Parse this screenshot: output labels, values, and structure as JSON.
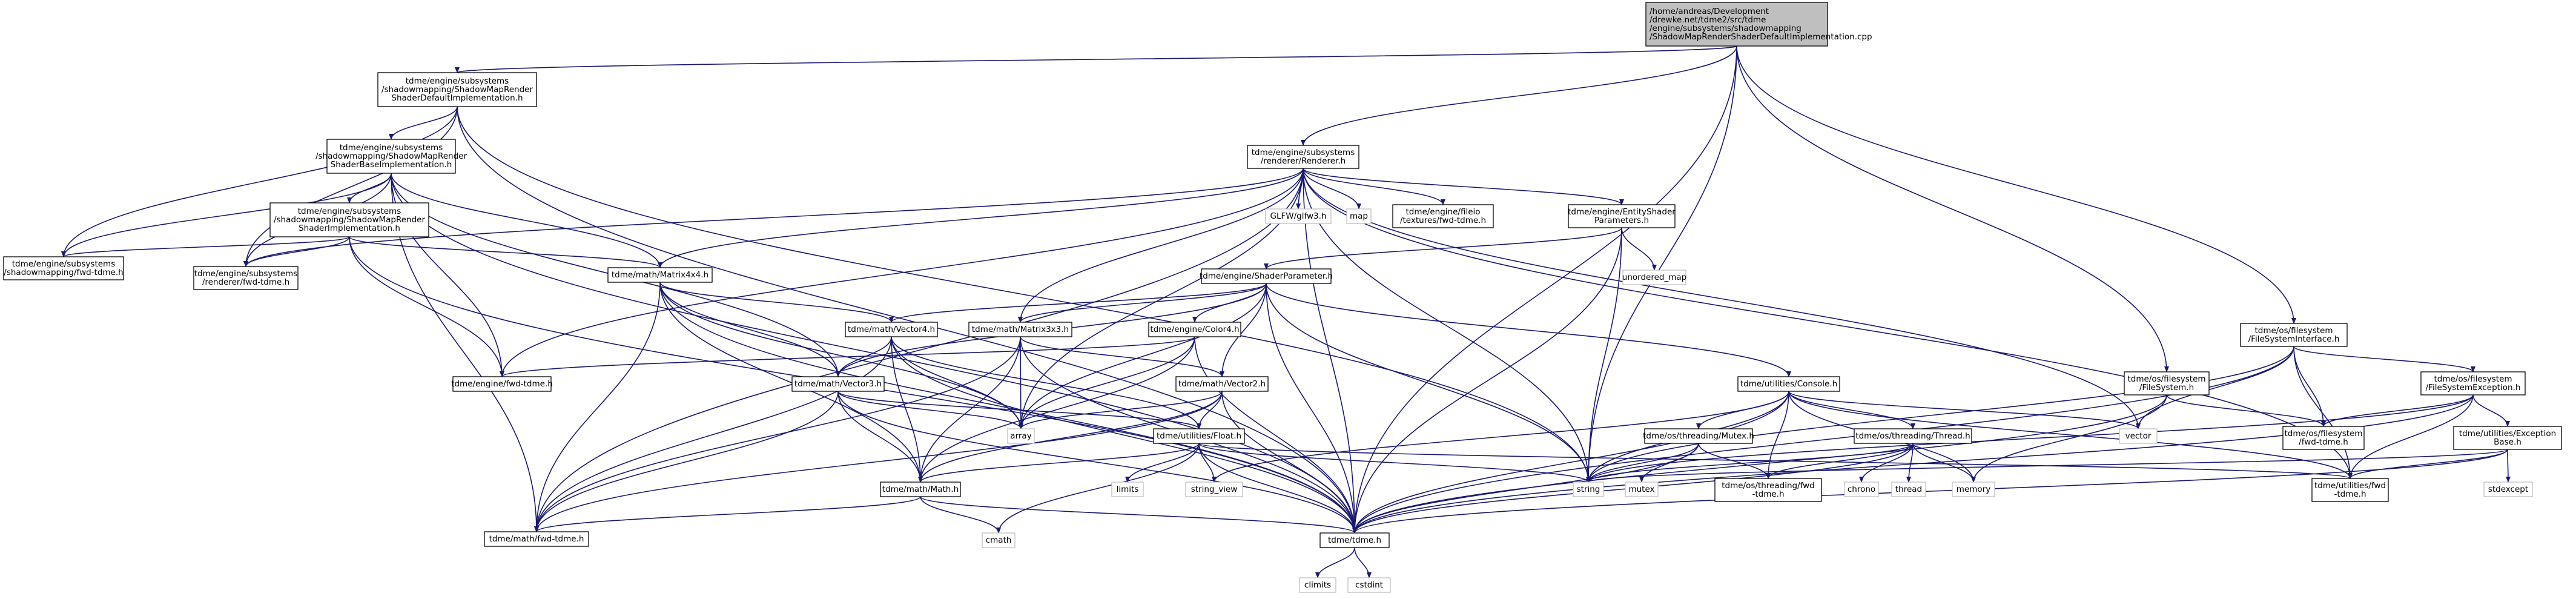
{
  "colors": {
    "edge": "#191970",
    "node_fill": "#ffffff",
    "node_border": "#000000",
    "root_fill": "#bfbfbf",
    "root_border": "#000000",
    "system_border": "#bfbfbf"
  },
  "nodes": [
    {
      "id": "root",
      "kind": "root",
      "lines": [
        "/home/andreas/Development",
        "/drewke.net/tdme2/src/tdme",
        "/engine/subsystems/shadowmapping",
        "/ShadowMapRenderShaderDefaultImplementation.cpp"
      ]
    },
    {
      "id": "smrsdi",
      "kind": "file",
      "lines": [
        "tdme/engine/subsystems",
        "/shadowmapping/ShadowMapRender",
        "ShaderDefaultImplementation.h"
      ]
    },
    {
      "id": "renderer",
      "kind": "file",
      "lines": [
        "tdme/engine/subsystems",
        "/renderer/Renderer.h"
      ]
    },
    {
      "id": "fsi",
      "kind": "file",
      "lines": [
        "tdme/os/filesystem",
        "/FileSystemInterface.h"
      ]
    },
    {
      "id": "smrsbi",
      "kind": "file",
      "lines": [
        "tdme/engine/subsystems",
        "/shadowmapping/ShadowMapRender",
        "ShaderBaseImplementation.h"
      ]
    },
    {
      "id": "smrsi",
      "kind": "file",
      "lines": [
        "tdme/engine/subsystems",
        "/shadowmapping/ShadowMapRender",
        "ShaderImplementation.h"
      ]
    },
    {
      "id": "smfwd",
      "kind": "file",
      "lines": [
        "tdme/engine/subsystems",
        "/shadowmapping/fwd-tdme.h"
      ]
    },
    {
      "id": "rendfwd",
      "kind": "file",
      "lines": [
        "tdme/engine/subsystems",
        "/renderer/fwd-tdme.h"
      ]
    },
    {
      "id": "mat44",
      "kind": "file",
      "lines": [
        "tdme/math/Matrix4x4.h"
      ]
    },
    {
      "id": "glfw",
      "kind": "system",
      "lines": [
        "GLFW/glfw3.h"
      ]
    },
    {
      "id": "map",
      "kind": "system",
      "lines": [
        "map"
      ]
    },
    {
      "id": "texfwd",
      "kind": "file",
      "lines": [
        "tdme/engine/fileio",
        "/textures/fwd-tdme.h"
      ]
    },
    {
      "id": "esp",
      "kind": "file",
      "lines": [
        "tdme/engine/EntityShader",
        "Parameters.h"
      ]
    },
    {
      "id": "umap",
      "kind": "system",
      "lines": [
        "unordered_map"
      ]
    },
    {
      "id": "shp",
      "kind": "file",
      "lines": [
        "tdme/engine/ShaderParameter.h"
      ]
    },
    {
      "id": "vec4",
      "kind": "file",
      "lines": [
        "tdme/math/Vector4.h"
      ]
    },
    {
      "id": "mat33",
      "kind": "file",
      "lines": [
        "tdme/math/Matrix3x3.h"
      ]
    },
    {
      "id": "color4",
      "kind": "file",
      "lines": [
        "tdme/engine/Color4.h"
      ]
    },
    {
      "id": "engfwd",
      "kind": "file",
      "lines": [
        "tdme/engine/fwd-tdme.h"
      ]
    },
    {
      "id": "vec3",
      "kind": "file",
      "lines": [
        "tdme/math/Vector3.h"
      ]
    },
    {
      "id": "vec2",
      "kind": "file",
      "lines": [
        "tdme/math/Vector2.h"
      ]
    },
    {
      "id": "array",
      "kind": "system",
      "lines": [
        "array"
      ]
    },
    {
      "id": "float",
      "kind": "file",
      "lines": [
        "tdme/utilities/Float.h"
      ]
    },
    {
      "id": "math",
      "kind": "file",
      "lines": [
        "tdme/math/Math.h"
      ]
    },
    {
      "id": "mathfwd",
      "kind": "file",
      "lines": [
        "tdme/math/fwd-tdme.h"
      ]
    },
    {
      "id": "limits",
      "kind": "system",
      "lines": [
        "limits"
      ]
    },
    {
      "id": "strview",
      "kind": "system",
      "lines": [
        "string_view"
      ]
    },
    {
      "id": "cmath",
      "kind": "system",
      "lines": [
        "cmath"
      ]
    },
    {
      "id": "tdme",
      "kind": "file",
      "lines": [
        "tdme/tdme.h"
      ]
    },
    {
      "id": "climits",
      "kind": "system",
      "lines": [
        "climits"
      ]
    },
    {
      "id": "cstdint",
      "kind": "system",
      "lines": [
        "cstdint"
      ]
    },
    {
      "id": "console",
      "kind": "file",
      "lines": [
        "tdme/utilities/Console.h"
      ]
    },
    {
      "id": "mutex_h",
      "kind": "file",
      "lines": [
        "tdme/os/threading/Mutex.h"
      ]
    },
    {
      "id": "thread_h",
      "kind": "file",
      "lines": [
        "tdme/os/threading/Thread.h"
      ]
    },
    {
      "id": "string",
      "kind": "system",
      "lines": [
        "string"
      ]
    },
    {
      "id": "mutex",
      "kind": "system",
      "lines": [
        "mutex"
      ]
    },
    {
      "id": "thrfwd",
      "kind": "file",
      "lines": [
        "tdme/os/threading/fwd",
        "-tdme.h"
      ]
    },
    {
      "id": "chrono",
      "kind": "system",
      "lines": [
        "chrono"
      ]
    },
    {
      "id": "thread",
      "kind": "system",
      "lines": [
        "thread"
      ]
    },
    {
      "id": "memory",
      "kind": "system",
      "lines": [
        "memory"
      ]
    },
    {
      "id": "vector",
      "kind": "system",
      "lines": [
        "vector"
      ]
    },
    {
      "id": "fs",
      "kind": "file",
      "lines": [
        "tdme/os/filesystem",
        "/FileSystem.h"
      ]
    },
    {
      "id": "fse",
      "kind": "file",
      "lines": [
        "tdme/os/filesystem",
        "/FileSystemException.h"
      ]
    },
    {
      "id": "fsfwd",
      "kind": "file",
      "lines": [
        "tdme/os/filesystem",
        "/fwd-tdme.h"
      ]
    },
    {
      "id": "excb",
      "kind": "file",
      "lines": [
        "tdme/utilities/Exception",
        "Base.h"
      ]
    },
    {
      "id": "stdexcept",
      "kind": "system",
      "lines": [
        "stdexcept"
      ]
    },
    {
      "id": "utilfwd",
      "kind": "file",
      "lines": [
        "tdme/utilities/fwd",
        "-tdme.h"
      ]
    }
  ],
  "edges": [
    [
      "root",
      "smrsdi"
    ],
    [
      "root",
      "renderer"
    ],
    [
      "root",
      "fsi"
    ],
    [
      "root",
      "string"
    ],
    [
      "root",
      "tdme"
    ],
    [
      "root",
      "fs"
    ],
    [
      "smrsdi",
      "smrsbi"
    ],
    [
      "smrsdi",
      "smfwd"
    ],
    [
      "smrsdi",
      "rendfwd"
    ],
    [
      "smrsdi",
      "string"
    ],
    [
      "smrsdi",
      "tdme"
    ],
    [
      "smrsbi",
      "smrsi"
    ],
    [
      "smrsbi",
      "smfwd"
    ],
    [
      "smrsbi",
      "rendfwd"
    ],
    [
      "smrsbi",
      "mat44"
    ],
    [
      "smrsbi",
      "vec3"
    ],
    [
      "smrsbi",
      "engfwd"
    ],
    [
      "smrsbi",
      "mathfwd"
    ],
    [
      "smrsbi",
      "tdme"
    ],
    [
      "smrsi",
      "smfwd"
    ],
    [
      "smrsi",
      "rendfwd"
    ],
    [
      "smrsi",
      "mat44"
    ],
    [
      "smrsi",
      "engfwd"
    ],
    [
      "smrsi",
      "tdme"
    ],
    [
      "renderer",
      "rendfwd"
    ],
    [
      "renderer",
      "mat44"
    ],
    [
      "renderer",
      "glfw"
    ],
    [
      "renderer",
      "map"
    ],
    [
      "renderer",
      "texfwd"
    ],
    [
      "renderer",
      "esp"
    ],
    [
      "renderer",
      "mat33"
    ],
    [
      "renderer",
      "engfwd"
    ],
    [
      "renderer",
      "mathfwd"
    ],
    [
      "renderer",
      "array"
    ],
    [
      "renderer",
      "string"
    ],
    [
      "renderer",
      "tdme"
    ],
    [
      "renderer",
      "vector"
    ],
    [
      "renderer",
      "utilfwd"
    ],
    [
      "esp",
      "shp"
    ],
    [
      "esp",
      "umap"
    ],
    [
      "esp",
      "string"
    ],
    [
      "esp",
      "tdme"
    ],
    [
      "shp",
      "vec4"
    ],
    [
      "shp",
      "vec3"
    ],
    [
      "shp",
      "vec2"
    ],
    [
      "shp",
      "color4"
    ],
    [
      "shp",
      "console"
    ],
    [
      "shp",
      "array"
    ],
    [
      "shp",
      "string"
    ],
    [
      "shp",
      "tdme"
    ],
    [
      "shp",
      "mat33"
    ],
    [
      "mat44",
      "vec4"
    ],
    [
      "mat44",
      "vec3"
    ],
    [
      "mat44",
      "math"
    ],
    [
      "mat44",
      "mathfwd"
    ],
    [
      "mat44",
      "array"
    ],
    [
      "mat44",
      "tdme"
    ],
    [
      "vec4",
      "vec3"
    ],
    [
      "vec4",
      "math"
    ],
    [
      "vec4",
      "mathfwd"
    ],
    [
      "vec4",
      "float"
    ],
    [
      "vec4",
      "array"
    ],
    [
      "vec4",
      "tdme"
    ],
    [
      "mat33",
      "vec2"
    ],
    [
      "mat33",
      "math"
    ],
    [
      "mat33",
      "mathfwd"
    ],
    [
      "mat33",
      "array"
    ],
    [
      "mat33",
      "tdme"
    ],
    [
      "color4",
      "engfwd"
    ],
    [
      "color4",
      "array"
    ],
    [
      "color4",
      "tdme"
    ],
    [
      "color4",
      "math"
    ],
    [
      "vec3",
      "math"
    ],
    [
      "vec3",
      "mathfwd"
    ],
    [
      "vec3",
      "float"
    ],
    [
      "vec3",
      "array"
    ],
    [
      "vec3",
      "tdme"
    ],
    [
      "vec2",
      "math"
    ],
    [
      "vec2",
      "mathfwd"
    ],
    [
      "vec2",
      "float"
    ],
    [
      "vec2",
      "array"
    ],
    [
      "vec2",
      "tdme"
    ],
    [
      "float",
      "limits"
    ],
    [
      "float",
      "strview"
    ],
    [
      "float",
      "cmath"
    ],
    [
      "float",
      "string"
    ],
    [
      "float",
      "tdme"
    ],
    [
      "float",
      "math"
    ],
    [
      "float",
      "utilfwd"
    ],
    [
      "math",
      "cmath"
    ],
    [
      "math",
      "tdme"
    ],
    [
      "math",
      "mathfwd"
    ],
    [
      "tdme",
      "climits"
    ],
    [
      "tdme",
      "cstdint"
    ],
    [
      "console",
      "mutex_h"
    ],
    [
      "console",
      "thread_h"
    ],
    [
      "console",
      "string"
    ],
    [
      "console",
      "strview"
    ],
    [
      "console",
      "vector"
    ],
    [
      "console",
      "memory"
    ],
    [
      "console",
      "tdme"
    ],
    [
      "console",
      "utilfwd"
    ],
    [
      "console",
      "thrfwd"
    ],
    [
      "mutex_h",
      "mutex"
    ],
    [
      "mutex_h",
      "string"
    ],
    [
      "mutex_h",
      "thrfwd"
    ],
    [
      "mutex_h",
      "tdme"
    ],
    [
      "thread_h",
      "chrono"
    ],
    [
      "thread_h",
      "thread"
    ],
    [
      "thread_h",
      "memory"
    ],
    [
      "thread_h",
      "string"
    ],
    [
      "thread_h",
      "thrfwd"
    ],
    [
      "thread_h",
      "tdme"
    ],
    [
      "fsi",
      "fse"
    ],
    [
      "fsi",
      "fsfwd"
    ],
    [
      "fsi",
      "string"
    ],
    [
      "fsi",
      "vector"
    ],
    [
      "fsi",
      "tdme"
    ],
    [
      "fsi",
      "utilfwd"
    ],
    [
      "fs",
      "fsfwd"
    ],
    [
      "fs",
      "memory"
    ],
    [
      "fs",
      "tdme"
    ],
    [
      "fse",
      "excb"
    ],
    [
      "fse",
      "fsfwd"
    ],
    [
      "fse",
      "string"
    ],
    [
      "fse",
      "tdme"
    ],
    [
      "fse",
      "utilfwd"
    ],
    [
      "excb",
      "stdexcept"
    ],
    [
      "excb",
      "string"
    ],
    [
      "excb",
      "tdme"
    ],
    [
      "excb",
      "utilfwd"
    ]
  ]
}
